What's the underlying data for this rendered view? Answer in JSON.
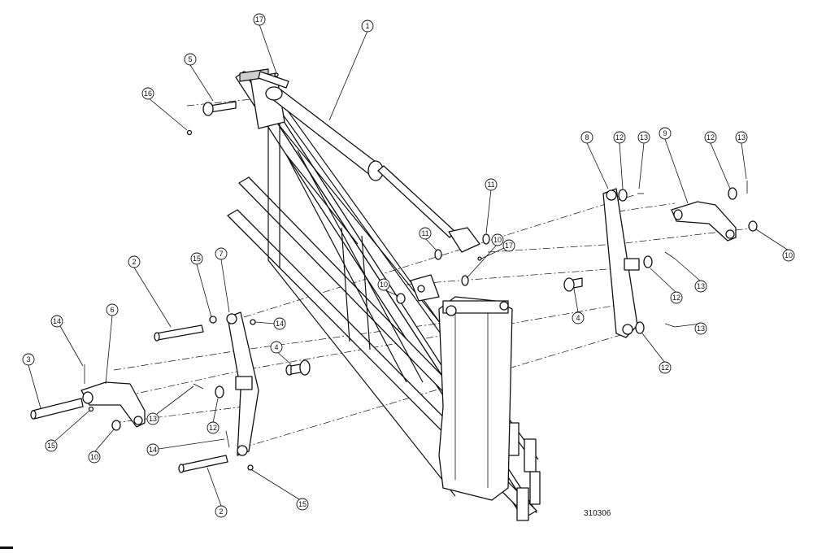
{
  "diagram": {
    "drawing_number": "310306",
    "callouts": [
      "1",
      "2",
      "2",
      "3",
      "4",
      "4",
      "5",
      "6",
      "7",
      "8",
      "9",
      "10",
      "10",
      "10",
      "10",
      "11",
      "11",
      "12",
      "12",
      "12",
      "12",
      "12",
      "13",
      "13",
      "13",
      "13",
      "13",
      "14",
      "14",
      "14",
      "15",
      "15",
      "15",
      "16",
      "17",
      "17"
    ]
  }
}
